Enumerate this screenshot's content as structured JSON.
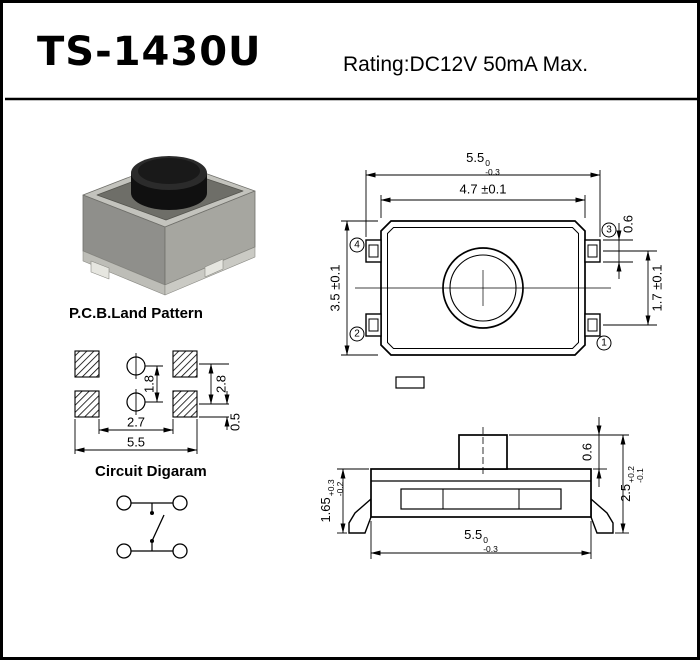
{
  "header": {
    "title": "TS-1430U",
    "rating": "Rating:DC12V 50mA Max."
  },
  "land_pattern": {
    "title": "P.C.B.Land Pattern",
    "dim_hole_pitch": "1.8",
    "dim_pad_pitch": "2.8",
    "dim_inner_span": "2.7",
    "dim_outer_span": "5.5",
    "dim_pad_edge": "0.5"
  },
  "circuit": {
    "title": "Circuit Digaram"
  },
  "top_view": {
    "overall_width": {
      "value": "5.5",
      "tol_up": "0",
      "tol_dn": "-0.3"
    },
    "body_width": "4.7 ±0.1",
    "body_depth": "3.5 ±0.1",
    "terminal_width": "0.6",
    "terminal_pitch": "1.7 ±0.1",
    "pins": {
      "p1": "1",
      "p2": "2",
      "p3": "3",
      "p4": "4"
    }
  },
  "side_view": {
    "base_height": {
      "value": "1.65",
      "tol_up": "+0.3",
      "tol_dn": "-0.2"
    },
    "step_height": "0.6",
    "total_height": {
      "value": "2.5",
      "tol_up": "+0.2",
      "tol_dn": "-0.1"
    },
    "overall_width": {
      "value": "5.5",
      "tol_up": "0",
      "tol_dn": "-0.3"
    }
  }
}
